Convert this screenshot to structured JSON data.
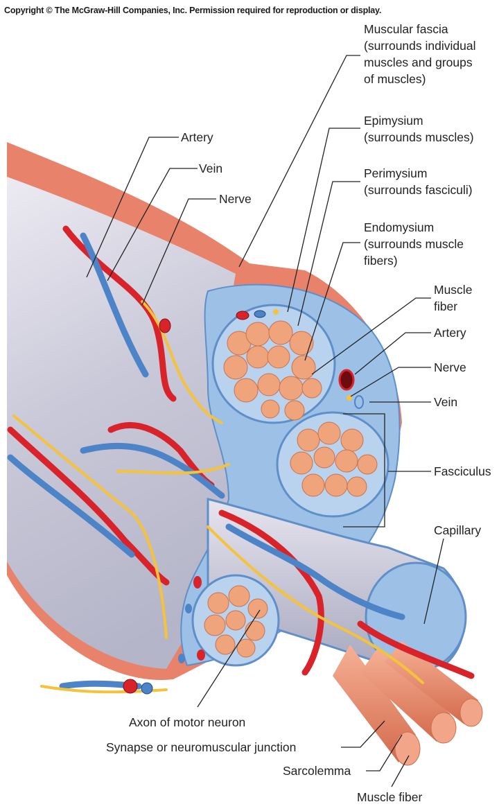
{
  "copyright": "Copyright © The McGraw-Hill Companies, Inc. Permission required for reproduction or display.",
  "labels": {
    "muscular_fascia": "Muscular fascia\n(surrounds individual\nmuscles and groups\nof muscles)",
    "epimysium": "Epimysium\n(surrounds muscles)",
    "perimysium": "Perimysium\n(surrounds fasciculi)",
    "endomysium": "Endomysium\n(surrounds muscle\nfibers)",
    "muscle_fiber_top": "Muscle\nfiber",
    "artery_right": "Artery",
    "nerve_right": "Nerve",
    "vein_right": "Vein",
    "fasciculus": "Fasciculus",
    "capillary": "Capillary",
    "artery_left": "Artery",
    "vein_left": "Vein",
    "nerve_left": "Nerve",
    "axon": "Axon of motor neuron",
    "synapse": "Synapse or neuromuscular junction",
    "sarcolemma": "Sarcolemma",
    "muscle_fiber_bottom": "Muscle fiber"
  },
  "colors": {
    "fascia": "#e9826a",
    "epimysium": "#9cc0e6",
    "epimysium_edge": "#5f8fc8",
    "muscle_body": "#d3d3e0",
    "fiber": "#f0a47c",
    "fiber_edge": "#c7724f",
    "artery": "#d8232a",
    "vein": "#4d84c8",
    "nerve": "#f5c23c"
  }
}
